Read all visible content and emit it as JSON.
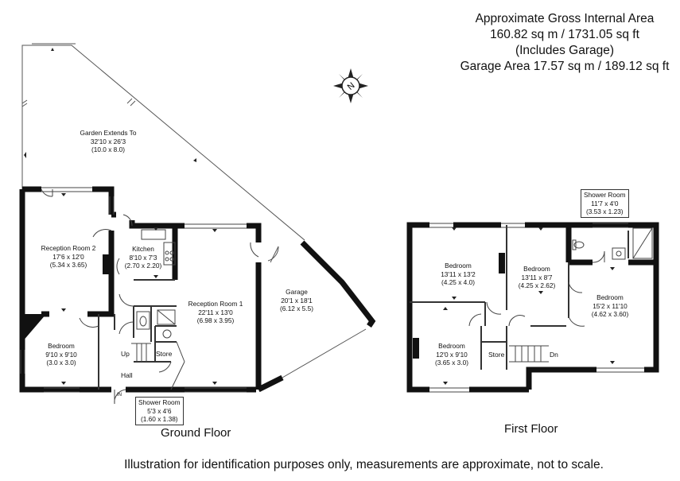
{
  "header": {
    "line1": "Approximate Gross Internal Area",
    "line2": "160.82 sq m / 1731.05 sq ft",
    "line3": "(Includes Garage)",
    "line4": "Garage Area 17.57 sq m / 189.12 sq ft"
  },
  "compass": {
    "letter": "N",
    "icon": "compass-rose-icon"
  },
  "ground_floor": {
    "label": "Ground Floor",
    "garden": {
      "name": "Garden Extends To",
      "imperial": "32'10 x 26'3",
      "metric": "(10.0 x 8.0)"
    },
    "reception2": {
      "name": "Reception Room 2",
      "imperial": "17'6 x 12'0",
      "metric": "(5.34 x 3.65)"
    },
    "kitchen": {
      "name": "Kitchen",
      "imperial": "8'10 x 7'3",
      "metric": "(2.70 x 2.20)"
    },
    "reception1": {
      "name": "Reception Room 1",
      "imperial": "22'11 x 13'0",
      "metric": "(6.98 x 3.95)"
    },
    "garage": {
      "name": "Garage",
      "imperial": "20'1 x 18'1",
      "metric": "(6.12 x 5.5)"
    },
    "bedroom": {
      "name": "Bedroom",
      "imperial": "9'10 x 9'10",
      "metric": "(3.0 x 3.0)"
    },
    "shower": {
      "name": "Shower Room",
      "imperial": "5'3 x 4'6",
      "metric": "(1.60 x 1.38)"
    },
    "up": "Up",
    "store": "Store",
    "hall": "Hall",
    "in": "IN"
  },
  "first_floor": {
    "label": "First Floor",
    "bedroom_a": {
      "name": "Bedroom",
      "imperial": "13'11 x 13'2",
      "metric": "(4.25 x 4.0)"
    },
    "bedroom_b": {
      "name": "Bedroom",
      "imperial": "13'11 x 8'7",
      "metric": "(4.25 x 2.62)"
    },
    "bedroom_c": {
      "name": "Bedroom",
      "imperial": "15'2 x 11'10",
      "metric": "(4.62 x 3.60)"
    },
    "bedroom_d": {
      "name": "Bedroom",
      "imperial": "12'0 x 9'10",
      "metric": "(3.65 x 3.0)"
    },
    "shower": {
      "name": "Shower Room",
      "imperial": "11'7 x 4'0",
      "metric": "(3.53 x 1.23)"
    },
    "store": "Store",
    "dn": "Dn"
  },
  "disclaimer": "Illustration for identification purposes only, measurements are approximate, not to scale."
}
